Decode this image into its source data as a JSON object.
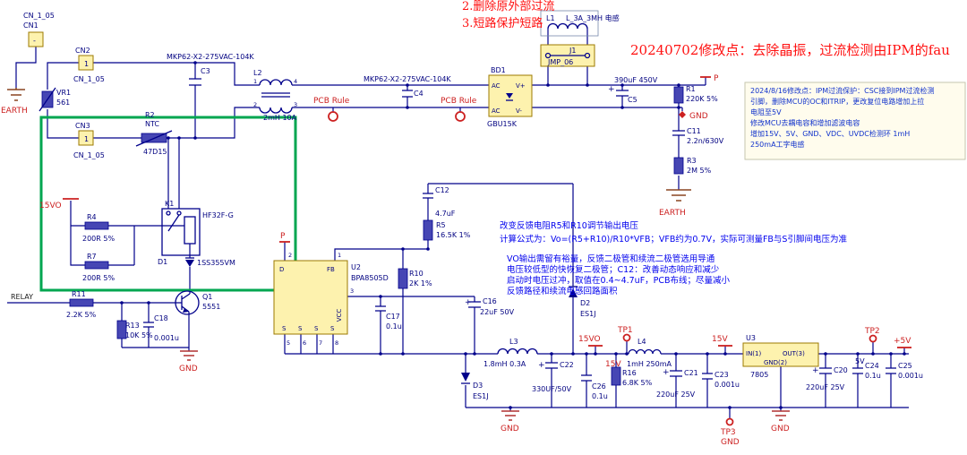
{
  "annotations": {
    "top_line_2": "2.删除原外部过流",
    "top_line_3": "3.短路保护短路",
    "mod_title": "20240702修改点：去除晶振，过流检测由IPM的fau",
    "note_box": [
      "2024/8/16修改点：IPM过流保护：CSC接到IPM过流检测",
      "引脚，删除MCU的OC和ITRIP，更改复位电路增加上拉",
      "电阻至5V",
      "修改MCU去耦电容和增加滤波电容",
      "增加15V、5V、GND、VDC、UVDC检测环 1mH",
      "250mA工字电感"
    ],
    "fb_note_1": "改变反馈电阻R5和R10调节输出电压",
    "fb_note_2": "计算公式为：Vo=(R5+R10)/R10*VFB；VFB约为0.7V，实际可测量FB与S引脚间电压为准",
    "fb_block": [
      "VO输出需留有裕量，反馈二极管和续流二极管选用导通",
      "电压较低型的快恢复二极管；C12：改善动态响应和减少",
      "启动时电压过冲，取值在0.4~4.7uF，PCB布线；尽量减小",
      "反馈路径和续流电感回路面积"
    ]
  },
  "nets": {
    "p": "P",
    "gnd": "GND",
    "earth": "EARTH",
    "relay": "RELAY",
    "v15o": "15VO",
    "v15": "15V",
    "v5p": "+5V",
    "v5": "5V",
    "tp1": "TP1",
    "tp2": "TP2",
    "tp3": "TP3",
    "pcb_rule": "PCB Rule"
  },
  "components": {
    "cn1": {
      "lib": "CN_1_05",
      "ref": "CN1",
      "pin": "-"
    },
    "cn2": {
      "ref": "CN2",
      "pin": "1",
      "lib": "CN_1_05"
    },
    "cn3": {
      "ref": "CN3",
      "pin": "1",
      "lib": "CN_1_05"
    },
    "vr1": {
      "ref": "VR1",
      "val": "561"
    },
    "r2": {
      "ref": "R2",
      "type": "NTC",
      "val": "47D15"
    },
    "c3": {
      "ref": "C3"
    },
    "x2_1": {
      "val": "MKP62-X2-275VAC-104K"
    },
    "l2": {
      "ref": "L2",
      "val": "2mH 10A",
      "n1": "1",
      "n2": "2",
      "n3": "3",
      "n4": "4"
    },
    "x2_2": {
      "val": "MKP62-X2-275VAC-104K"
    },
    "c4": {
      "ref": "C4"
    },
    "bd1": {
      "ref": "BD1",
      "val": "GBU15K",
      "ac": "AC",
      "vp": "V+",
      "vm": "V-"
    },
    "l1": {
      "ref": "L1",
      "val": "L_3A_3MH 电感"
    },
    "j1": {
      "ref": "J1",
      "val": "JMP_06"
    },
    "c5": {
      "ref": "C5",
      "val": "390uF 450V",
      "plus": "+"
    },
    "r1": {
      "ref": "R1",
      "val": "220K 5%"
    },
    "c11": {
      "ref": "C11",
      "val": "2.2n/630V"
    },
    "r3": {
      "ref": "R3",
      "val": "2M 5%"
    },
    "k1": {
      "ref": "K1",
      "val": "HF32F-G"
    },
    "r4": {
      "ref": "R4",
      "val": "200R 5%"
    },
    "r7": {
      "ref": "R7",
      "val": "200R 5%"
    },
    "d1": {
      "ref": "D1",
      "val": "1SS355VM"
    },
    "q1": {
      "ref": "Q1",
      "val": "5551"
    },
    "r11": {
      "ref": "R11",
      "val": "2.2K 5%"
    },
    "r13": {
      "ref": "R13",
      "val": "10K 5%"
    },
    "c18": {
      "ref": "C18",
      "val": "0.001u"
    },
    "u2": {
      "ref": "U2",
      "val": "BPA8505D",
      "pin_d": "D",
      "pin_fb": "FB",
      "pin_vcc": "VCC",
      "pin_s": "S",
      "n1": "1",
      "n2": "2",
      "n3": "3",
      "n5": "5",
      "n6": "6",
      "n7": "7",
      "n8": "8"
    },
    "c12": {
      "ref": "C12",
      "val": "4.7uF"
    },
    "r5": {
      "ref": "R5",
      "val": "16.5K 1%"
    },
    "r10": {
      "ref": "R10",
      "val": "2K 1%"
    },
    "c17": {
      "ref": "C17",
      "val": "0.1u"
    },
    "c16": {
      "ref": "C16",
      "val": "22uF 50V",
      "plus": "+"
    },
    "d2": {
      "ref": "D2",
      "val": "ES1J"
    },
    "d3": {
      "ref": "D3",
      "val": "ES1J"
    },
    "l3": {
      "ref": "L3",
      "val": "1.8mH 0.3A"
    },
    "c22": {
      "ref": "C22",
      "val": "330UF/50V",
      "plus": "+"
    },
    "c26": {
      "ref": "C26",
      "val": "0.1u"
    },
    "r16": {
      "ref": "R16",
      "val": "6.8K 5%"
    },
    "l4": {
      "ref": "L4",
      "val": "1mH 250mA"
    },
    "c21": {
      "ref": "C21",
      "val": "220uF 25V",
      "plus": "+"
    },
    "c23": {
      "ref": "C23",
      "val": "0.001u"
    },
    "u3": {
      "ref": "U3",
      "val": "7805",
      "pin_in": "IN(1)",
      "pin_out": "OUT(3)",
      "pin_gnd": "GND(2)"
    },
    "c20": {
      "ref": "C20",
      "val": "220uF 25V",
      "plus": "+"
    },
    "c24": {
      "ref": "C24",
      "val": "0.1u"
    },
    "c25": {
      "ref": "C25",
      "val": "0.001u"
    }
  }
}
